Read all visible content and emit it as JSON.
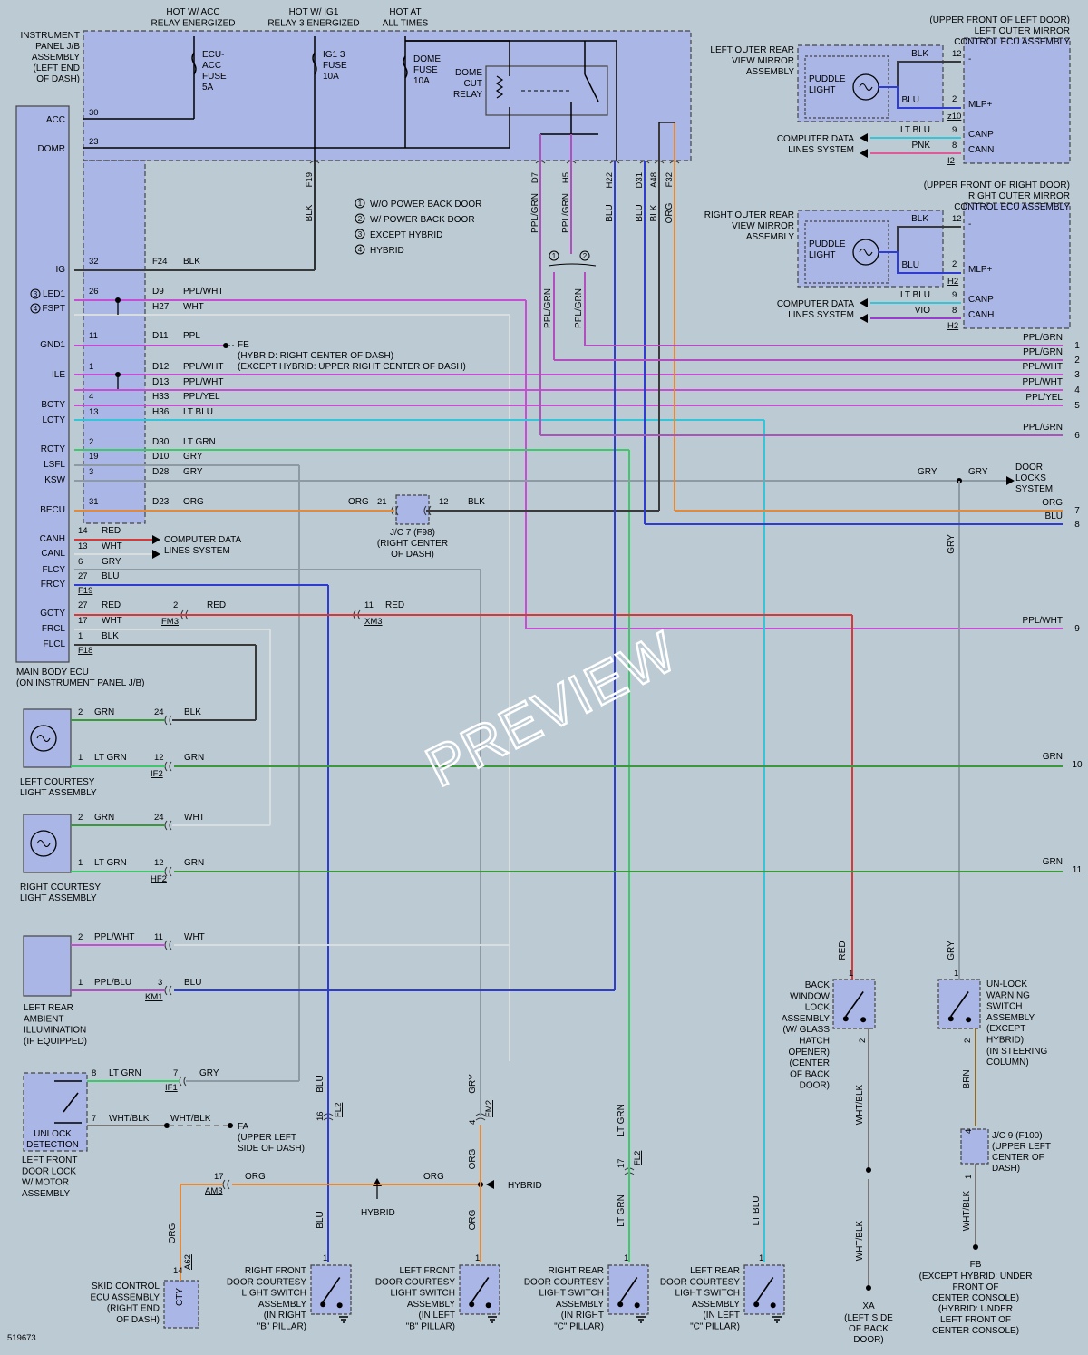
{
  "header": {
    "hot_acc": [
      "HOT W/ ACC",
      "RELAY ENERGIZED"
    ],
    "hot_ig1": [
      "HOT W/ IG1",
      "RELAY 3 ENERGIZED"
    ],
    "hot_all": [
      "HOT AT",
      "ALL TIMES"
    ]
  },
  "junction_block": {
    "label": [
      "INSTRUMENT",
      "PANEL J/B",
      "ASSEMBLY",
      "(LEFT END",
      "OF DASH)"
    ],
    "fuse_ecu_acc": [
      "ECU-",
      "ACC",
      "FUSE",
      "5A"
    ],
    "fuse_ig1": [
      "IG1 3",
      "FUSE",
      "10A"
    ],
    "fuse_dome": [
      "DOME",
      "FUSE",
      "10A"
    ],
    "dome_relay": [
      "DOME",
      "CUT",
      "RELAY"
    ]
  },
  "legend": [
    {
      "num": "1",
      "text": "W/O POWER BACK DOOR"
    },
    {
      "num": "2",
      "text": "W/ POWER BACK DOOR"
    },
    {
      "num": "3",
      "text": "EXCEPT HYBRID"
    },
    {
      "num": "4",
      "text": "HYBRID"
    }
  ],
  "ecu": {
    "label": [
      "MAIN BODY ECU",
      "(ON INSTRUMENT PANEL J/B)"
    ],
    "terminals": [
      "ACC",
      "DOMR",
      "IG",
      "LED1",
      "FSPT",
      "GND1",
      "ILE",
      "BCTY",
      "LCTY",
      "RCTY",
      "LSFL",
      "KSW",
      "BECU",
      "CANH",
      "CANL",
      "FLCY",
      "FRCY",
      "GCTY",
      "FRCL",
      "FLCL"
    ],
    "circled": {
      "LED1": "3",
      "FSPT": "4"
    }
  },
  "wires": [
    {
      "pin": "30",
      "text": ""
    },
    {
      "pin": "23",
      "text": ""
    },
    {
      "pin": "32",
      "conn": "F24",
      "color": "BLK"
    },
    {
      "pin": "26",
      "conn": "D9",
      "color": "PPL/WHT"
    },
    {
      "pin": "",
      "conn": "H27",
      "color": "WHT"
    },
    {
      "pin": "11",
      "conn": "D11",
      "color": "PPL"
    },
    {
      "pin": "1",
      "conn": "D12",
      "color": "PPL/WHT"
    },
    {
      "pin": "",
      "conn": "D13",
      "color": "PPL/WHT"
    },
    {
      "pin": "4",
      "conn": "H33",
      "color": "PPL/YEL"
    },
    {
      "pin": "13",
      "conn": "H36",
      "color": "LT BLU"
    },
    {
      "pin": "2",
      "conn": "D30",
      "color": "LT GRN"
    },
    {
      "pin": "19",
      "conn": "D10",
      "color": "GRY"
    },
    {
      "pin": "3",
      "conn": "D28",
      "color": "GRY"
    },
    {
      "pin": "31",
      "conn": "D23",
      "color": "ORG"
    }
  ],
  "ground_fe": {
    "name": "FE",
    "notes": [
      "(HYBRID: RIGHT CENTER OF DASH)",
      "(EXCEPT HYBRID: UPPER RIGHT CENTER OF DASH)"
    ]
  },
  "can_lines": {
    "canh_pin": "14",
    "canh_color": "RED",
    "canl_pin": "13",
    "canl_color": "WHT",
    "label": [
      "COMPUTER DATA",
      "LINES SYSTEM"
    ]
  },
  "lower_ecu_wires": [
    {
      "pin": "6",
      "color": "GRY"
    },
    {
      "pin": "27",
      "color": "BLU",
      "conn": "F19"
    },
    {
      "pin": "27",
      "color": "RED",
      "conn": "FM3",
      "cpin": "2",
      "ccolor": "RED",
      "xpin": "11",
      "xcolor": "RED",
      "xconn": "XM3"
    },
    {
      "pin": "17",
      "color": "WHT"
    },
    {
      "pin": "1",
      "color": "BLK",
      "conn": "F18"
    }
  ],
  "jc7": {
    "label": [
      "J/C 7 (F98)",
      "(RIGHT CENTER",
      "OF DASH)"
    ],
    "left_pin": "21",
    "left_color": "ORG",
    "right_pin": "12",
    "right_color": "BLK"
  },
  "vertical_taps": [
    {
      "conn": "F19",
      "color": "BLK"
    },
    {
      "conn": "D7",
      "color": "PPL/GRN"
    },
    {
      "conn": "H5",
      "color": "PPL/GRN"
    },
    {
      "conn": "H22",
      "color": "BLU"
    },
    {
      "conn": "D31",
      "color": "BLU"
    },
    {
      "conn": "A48",
      "color": "BLK"
    },
    {
      "conn": "F32",
      "color": "ORG"
    }
  ],
  "branch": {
    "a": "1",
    "b": "2",
    "left_color": "PPL/GRN",
    "right_color": "PPL/GRN"
  },
  "left_mirror": {
    "ecu_label": [
      "(UPPER FRONT OF LEFT DOOR)",
      "LEFT OUTER MIRROR",
      "CONTROL ECU ASSEMBLY"
    ],
    "mirror_label": [
      "LEFT OUTER REAR",
      "VIEW MIRROR",
      "ASSEMBLY"
    ],
    "light": [
      "PUDDLE",
      "LIGHT"
    ],
    "pins": [
      {
        "pin": "12",
        "color": "BLK",
        "term": "-"
      },
      {
        "pin": "2",
        "color": "BLU",
        "term": "MLP+"
      },
      {
        "pin": "9",
        "color": "LT BLU",
        "term": "CANP"
      },
      {
        "pin": "8",
        "color": "PNK",
        "term": "CANN"
      }
    ],
    "conns": [
      "z10",
      "I2"
    ],
    "can_label": [
      "COMPUTER DATA",
      "LINES SYSTEM"
    ]
  },
  "right_mirror": {
    "ecu_label": [
      "(UPPER FRONT OF RIGHT DOOR)",
      "RIGHT OUTER MIRROR",
      "CONTROL ECU ASSEMBLY"
    ],
    "mirror_label": [
      "RIGHT OUTER REAR",
      "VIEW MIRROR",
      "ASSEMBLY"
    ],
    "light": [
      "PUDDLE",
      "LIGHT"
    ],
    "pins": [
      {
        "pin": "12",
        "color": "BLK",
        "term": "-"
      },
      {
        "pin": "2",
        "color": "BLU",
        "term": "MLP+"
      },
      {
        "pin": "9",
        "color": "LT BLU",
        "term": "CANP"
      },
      {
        "pin": "8",
        "color": "VIO",
        "term": "CANH"
      }
    ],
    "conns": [
      "H2",
      "H2"
    ],
    "can_label": [
      "COMPUTER DATA",
      "LINES SYSTEM"
    ]
  },
  "right_outputs": [
    {
      "num": "1",
      "color": "PPL/GRN"
    },
    {
      "num": "2",
      "color": "PPL/GRN"
    },
    {
      "num": "3",
      "color": "PPL/WHT"
    },
    {
      "num": "4",
      "color": "PPL/WHT"
    },
    {
      "num": "5",
      "color": "PPL/YEL"
    },
    {
      "num": "6",
      "color": "PPL/GRN"
    },
    {
      "num": "7",
      "color": "ORG"
    },
    {
      "num": "8",
      "color": "BLU"
    },
    {
      "num": "9",
      "color": "PPL/WHT"
    },
    {
      "num": "10",
      "color": "GRN"
    },
    {
      "num": "11",
      "color": "GRN"
    }
  ],
  "door_locks": {
    "left": "GRY",
    "right": "GRY",
    "label": [
      "DOOR",
      "LOCKS",
      "SYSTEM"
    ],
    "vertical": "GRY"
  },
  "left_courtesy": {
    "label": [
      "LEFT COURTESY",
      "LIGHT ASSEMBLY"
    ],
    "p2": "2",
    "c2": "GRN",
    "p1": "1",
    "c1": "LT GRN",
    "cp24": "24",
    "cc24": "BLK",
    "cp12": "12",
    "cc12": "GRN",
    "conn": "IF2"
  },
  "right_courtesy": {
    "label": [
      "RIGHT COURTESY",
      "LIGHT ASSEMBLY"
    ],
    "p2": "2",
    "c2": "GRN",
    "p1": "1",
    "c1": "LT GRN",
    "cp24": "24",
    "cc24": "WHT",
    "cp12": "12",
    "cc12": "GRN",
    "conn": "HF2"
  },
  "rear_ambient": {
    "label": [
      "LEFT REAR",
      "AMBIENT",
      "ILLUMINATION",
      "(IF EQUIPPED)"
    ],
    "p2": "2",
    "c2": "PPL/WHT",
    "p1": "1",
    "c1": "PPL/BLU",
    "cp11": "11",
    "cc11": "WHT",
    "cp3": "3",
    "cc3": "BLU",
    "conn": "KM1"
  },
  "door_lock_motor": {
    "label": [
      "LEFT FRONT",
      "DOOR LOCK",
      "W/ MOTOR",
      "ASSEMBLY"
    ],
    "inner": [
      "UNLOCK",
      "DETECTION"
    ],
    "p8": "8",
    "c8": "LT GRN",
    "cp7": "7",
    "cc7": "GRY",
    "conn": "IF1",
    "p7": "7",
    "c7": "WHT/BLK",
    "c7b": "WHT/BLK",
    "ground": "FA",
    "ground_note": [
      "(UPPER LEFT",
      "SIDE OF DASH)"
    ]
  },
  "skid": {
    "label": [
      "SKID CONTROL",
      "ECU ASSEMBLY",
      "(RIGHT END",
      "OF DASH)"
    ],
    "term": "CTY",
    "pin": "14",
    "conn": "A62",
    "color": "ORG",
    "wire": "ORG",
    "apin": "17",
    "aconn": "AM3",
    "hybrid": "HYBRID"
  },
  "door_switches": [
    {
      "label": [
        "RIGHT FRONT",
        "DOOR COURTESY",
        "LIGHT SWITCH",
        "ASSEMBLY",
        "(IN RIGHT",
        "\"B\" PILLAR)"
      ],
      "color": "BLU",
      "pin": "16",
      "conn": "FL2",
      "pin1": "1",
      "lower": "BLU"
    },
    {
      "label": [
        "LEFT FRONT",
        "DOOR COURTESY",
        "LIGHT SWITCH",
        "ASSEMBLY",
        "(IN LEFT",
        "\"B\" PILLAR)"
      ],
      "color": "GRY",
      "pin": "4",
      "conn": "FM2",
      "pin1": "1",
      "lower": "ORG",
      "upper2": "ORG"
    },
    {
      "label": [
        "RIGHT REAR",
        "DOOR COURTESY",
        "LIGHT SWITCH",
        "ASSEMBLY",
        "(IN RIGHT",
        "\"C\" PILLAR)"
      ],
      "color": "LT GRN",
      "pin": "17",
      "conn": "FL2",
      "pin1": "1",
      "lower": "LT GRN"
    },
    {
      "label": [
        "LEFT REAR",
        "DOOR COURTESY",
        "LIGHT SWITCH",
        "ASSEMBLY",
        "(IN LEFT",
        "\"C\" PILLAR)"
      ],
      "color": "LT BLU",
      "pin1": "1"
    }
  ],
  "back_window": {
    "label": [
      "BACK",
      "WINDOW",
      "LOCK",
      "ASSEMBLY",
      "(W/ GLASS",
      "HATCH",
      "OPENER)",
      "(CENTER",
      "OF BACK",
      "DOOR)"
    ],
    "upper": "RED",
    "lower": "WHT/BLK",
    "lower2": "WHT/BLK",
    "p1": "1",
    "p2": "2",
    "ground": "XA",
    "ground_note": [
      "(LEFT SIDE",
      "OF BACK",
      "DOOR)"
    ]
  },
  "unlock_warn": {
    "label": [
      "UN-LOCK",
      "WARNING",
      "SWITCH",
      "ASSEMBLY",
      "(EXCEPT",
      "HYBRID)",
      "(IN STEERING",
      "COLUMN)"
    ],
    "upper": "GRY",
    "lower": "BRN",
    "p1": "1",
    "p2": "2",
    "jc": [
      "J/C 9 (F100)",
      "(UPPER LEFT",
      "CENTER OF",
      "DASH)"
    ],
    "jp1": "4",
    "jp2": "1",
    "lower2": "WHT/BLK",
    "ground": "FB",
    "ground_note": [
      "(EXCEPT HYBRID: UNDER",
      "FRONT OF",
      "CENTER CONSOLE)",
      "(HYBRID: UNDER",
      "LEFT FRONT OF",
      "CENTER CONSOLE)"
    ]
  },
  "hybrid_labels": [
    "HYBRID",
    "HYBRID"
  ],
  "watermark": "PREVIEW",
  "diagram_id": "519673"
}
